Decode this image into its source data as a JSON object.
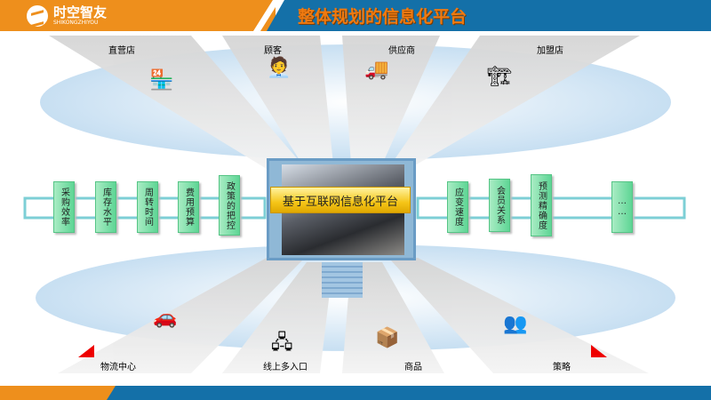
{
  "header": {
    "logo_cn": "时空智友",
    "logo_en": "SHIKONGZHIYOU",
    "title": "整体规划的信息化平台"
  },
  "top_labels": [
    "直营店",
    "顾客",
    "供应商",
    "加盟店"
  ],
  "bottom_labels": [
    "物流中心",
    "线上多入口",
    "商品",
    "策略"
  ],
  "left_boxes": [
    "采购效率",
    "库存水平",
    "周转时间",
    "费用预算",
    "政策的把控"
  ],
  "right_boxes": [
    "应变速度",
    "会员关系",
    "预测精确度",
    "……"
  ],
  "center": {
    "label": "基于互联网信息化平台"
  },
  "colors": {
    "orange": "#ee8f1c",
    "blue": "#1470a8",
    "green": "#5ed595",
    "gold": "#f5c518"
  }
}
